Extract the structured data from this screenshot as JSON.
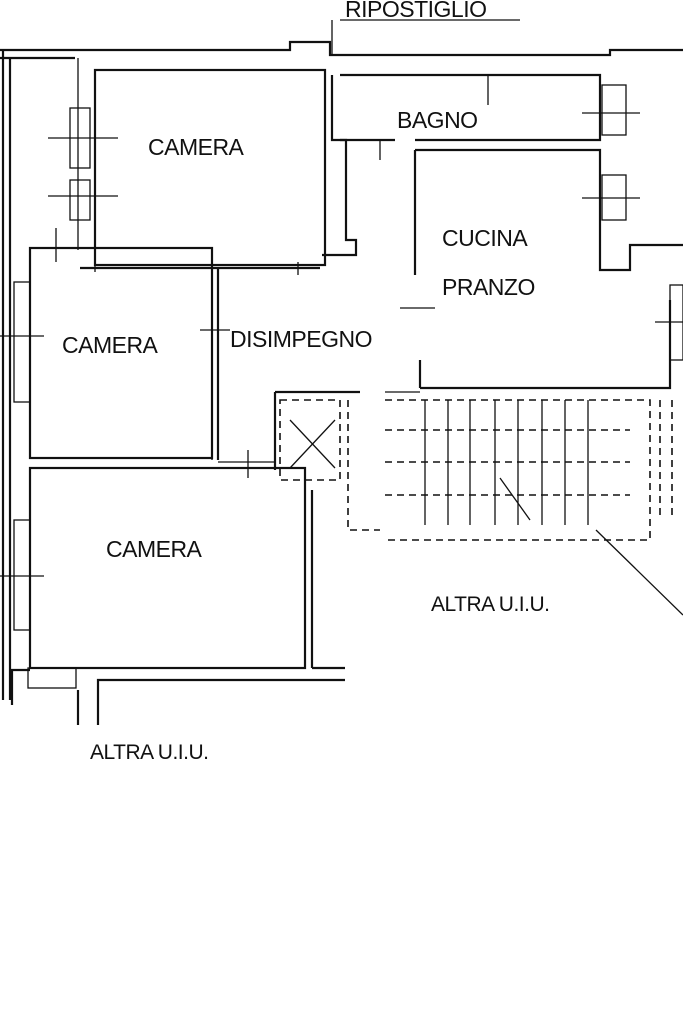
{
  "rooms": {
    "ripostiglio": "RIPOSTIGLIO",
    "bagno": "BAGNO",
    "camera_top": "CAMERA",
    "cucina": "CUCINA",
    "pranzo": "PRANZO",
    "camera_mid": "CAMERA",
    "disimpegno": "DISIMPEGNO",
    "camera_bottom": "CAMERA",
    "altra_uiu_right": "ALTRA U.I.U.",
    "altra_uiu_bottom": "ALTRA U.I.U."
  }
}
